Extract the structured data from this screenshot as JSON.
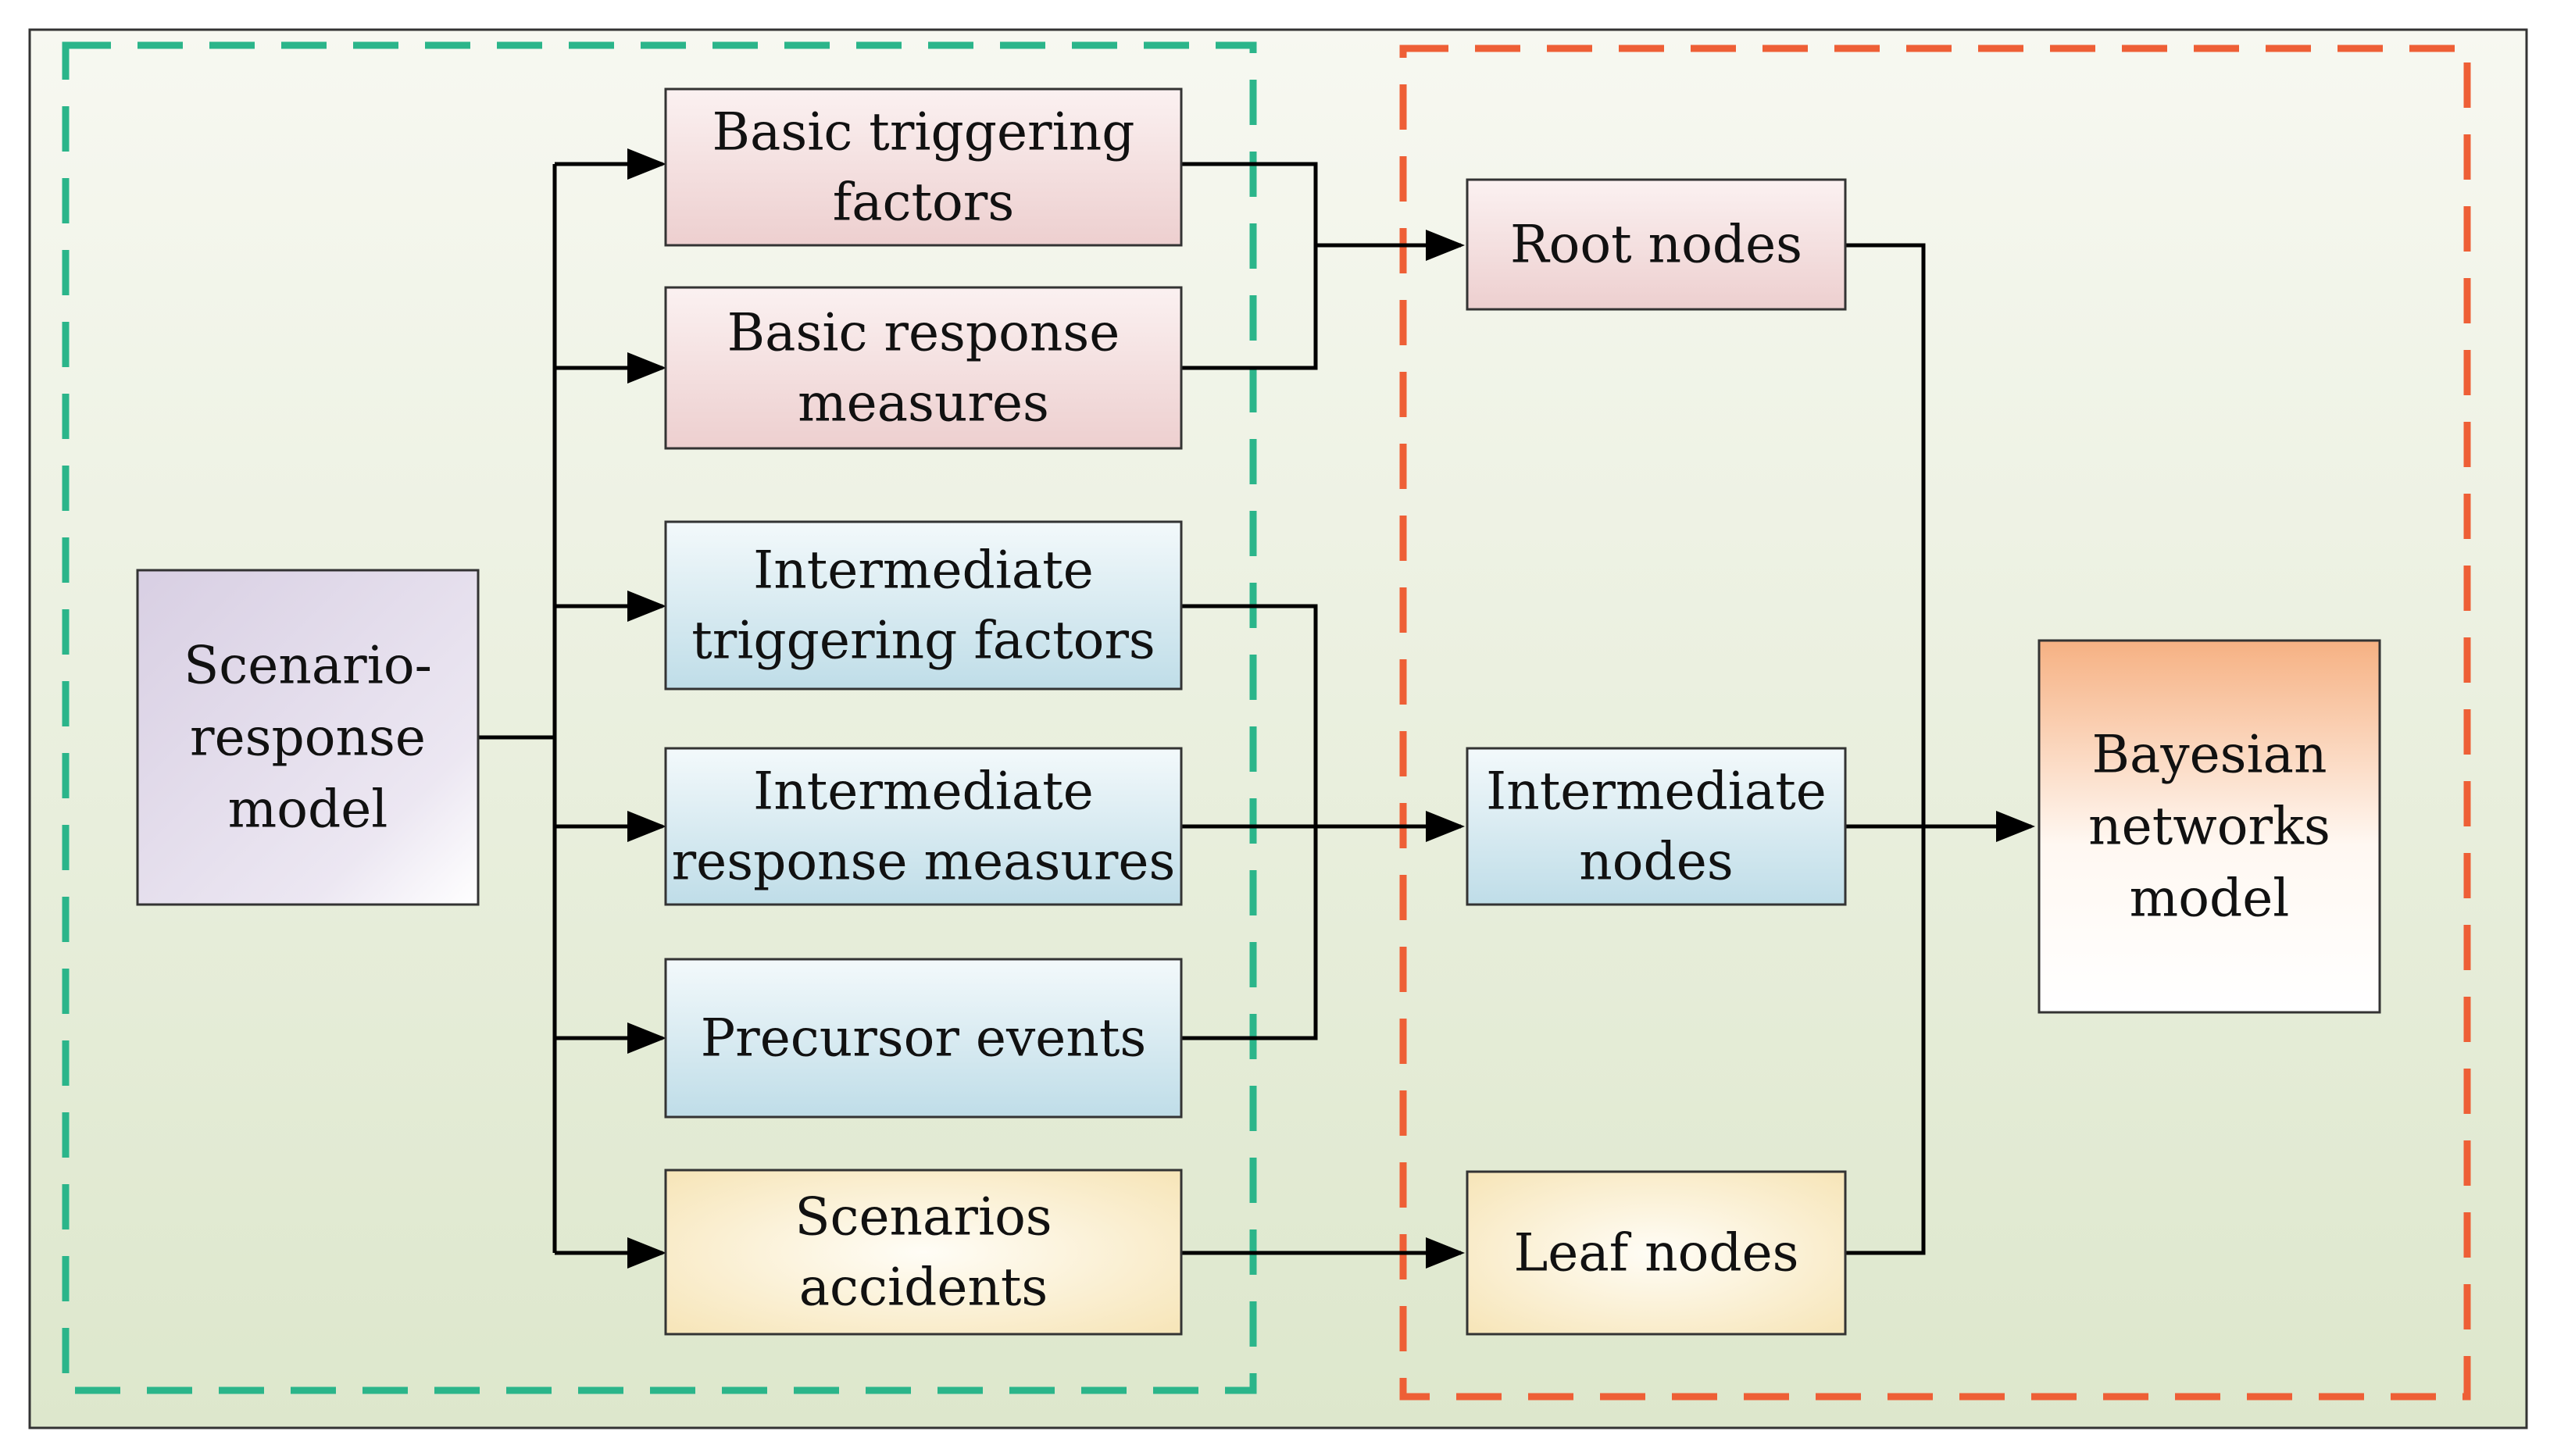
{
  "nodes": {
    "scenario_response_model": {
      "lines": [
        "Scenario-",
        "response",
        "model"
      ]
    },
    "basic_triggering_factors": {
      "lines": [
        "Basic triggering",
        "factors"
      ]
    },
    "basic_response_measures": {
      "lines": [
        "Basic response",
        "measures"
      ]
    },
    "intermediate_triggering_factors": {
      "lines": [
        "Intermediate",
        "triggering factors"
      ]
    },
    "intermediate_response_measures": {
      "lines": [
        "Intermediate",
        "response measures"
      ]
    },
    "precursor_events": {
      "lines": [
        "Precursor events"
      ]
    },
    "scenarios_accidents": {
      "lines": [
        "Scenarios",
        "accidents"
      ]
    },
    "root_nodes": {
      "lines": [
        "Root nodes"
      ]
    },
    "intermediate_nodes": {
      "lines": [
        "Intermediate",
        "nodes"
      ]
    },
    "leaf_nodes": {
      "lines": [
        "Leaf nodes"
      ]
    },
    "bayesian_networks_model": {
      "lines": [
        "Bayesian",
        "networks",
        "model"
      ]
    }
  },
  "colors": {
    "scenario_model_fill": "#dcd4e6",
    "pink_fill": "#f1d6d6",
    "blue_fill": "#c8e3ec",
    "yellow_fill": "#f8e8bd",
    "orange_fill": "#f7b98c",
    "green_dash": "#2bb58a",
    "orange_dash": "#ee5f36",
    "background_top": "#f7f8f1",
    "background_bottom": "#dde7cc"
  }
}
